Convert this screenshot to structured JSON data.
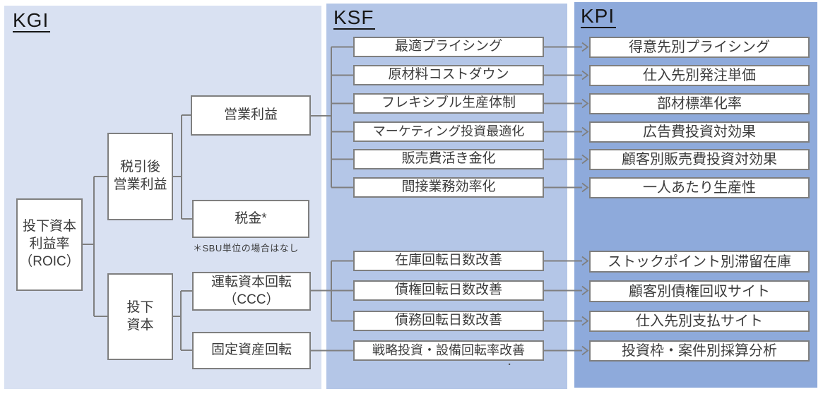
{
  "columns": {
    "kgi": {
      "header": "KGI"
    },
    "ksf": {
      "header": "KSF"
    },
    "kpi": {
      "header": "KPI"
    }
  },
  "kgi": {
    "roic": "投下資本\n利益率\n（ROIC）",
    "after_tax_operating_profit": "税引後\n営業利益",
    "operating_profit": "営業利益",
    "tax": "税金*",
    "tax_note": "＊SBU単位の場合はなし",
    "invested_capital": "投下\n資本",
    "working_capital_turnover": "運転資本回転\n（CCC）",
    "fixed_asset_turnover": "固定資産回転"
  },
  "ksf": {
    "items": [
      "最適プライシング",
      "原材料コストダウン",
      "フレキシブル生産体制",
      "マーケティング投資最適化",
      "販売費活き金化",
      "間接業務効率化",
      "在庫回転日数改善",
      "債権回転日数改善",
      "債務回転日数改善",
      "戦略投資・設備回転率改善"
    ]
  },
  "kpi": {
    "items": [
      "得意先別プライシング",
      "仕入先別発注単価",
      "部材標準化率",
      "広告費投資対効果",
      "顧客別販売費投資対効果",
      "一人あたり生産性",
      "ストックポイント別滞留在庫",
      "顧客別債権回収サイト",
      "仕入先別支払サイト",
      "投資枠・案件別採算分析"
    ]
  },
  "stray_mark": ".",
  "colors": {
    "kgi_bg": "#d9e1f2",
    "ksf_bg": "#b4c6e7",
    "kpi_bg": "#8eaadb",
    "border_color": "#7f7f7f",
    "line_color": "#7f7f7f",
    "text_color": "#3b3b3b",
    "header_color": "#161616"
  }
}
